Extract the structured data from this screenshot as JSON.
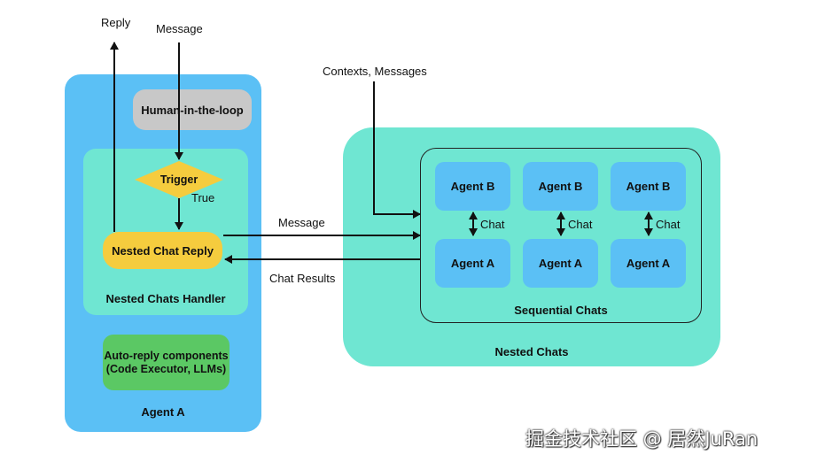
{
  "labels": {
    "reply": "Reply",
    "message_top": "Message",
    "contexts_messages": "Contexts, Messages",
    "message_mid": "Message",
    "chat_results": "Chat Results",
    "true": "True"
  },
  "agent_a": {
    "title": "Agent A",
    "human_in_the_loop": "Human-in-the-loop",
    "trigger": "Trigger",
    "nested_chat_reply": "Nested Chat Reply",
    "handler_title": "Nested Chats Handler",
    "auto_reply": "Auto-reply components (Code Executor, LLMs)"
  },
  "nested_chats": {
    "title": "Nested Chats",
    "sequential_title": "Sequential Chats",
    "pairs": [
      {
        "top": "Agent B",
        "bottom": "Agent A",
        "chat": "Chat"
      },
      {
        "top": "Agent B",
        "bottom": "Agent A",
        "chat": "Chat"
      },
      {
        "top": "Agent B",
        "bottom": "Agent A",
        "chat": "Chat"
      }
    ]
  },
  "watermark": "掘金技术社区 @ 居然JuRan",
  "colors": {
    "blue": "#5BC0F5",
    "teal": "#6FE6D2",
    "yellow": "#F5CC3E",
    "green": "#5BC864",
    "gray": "#C8C8C8"
  }
}
